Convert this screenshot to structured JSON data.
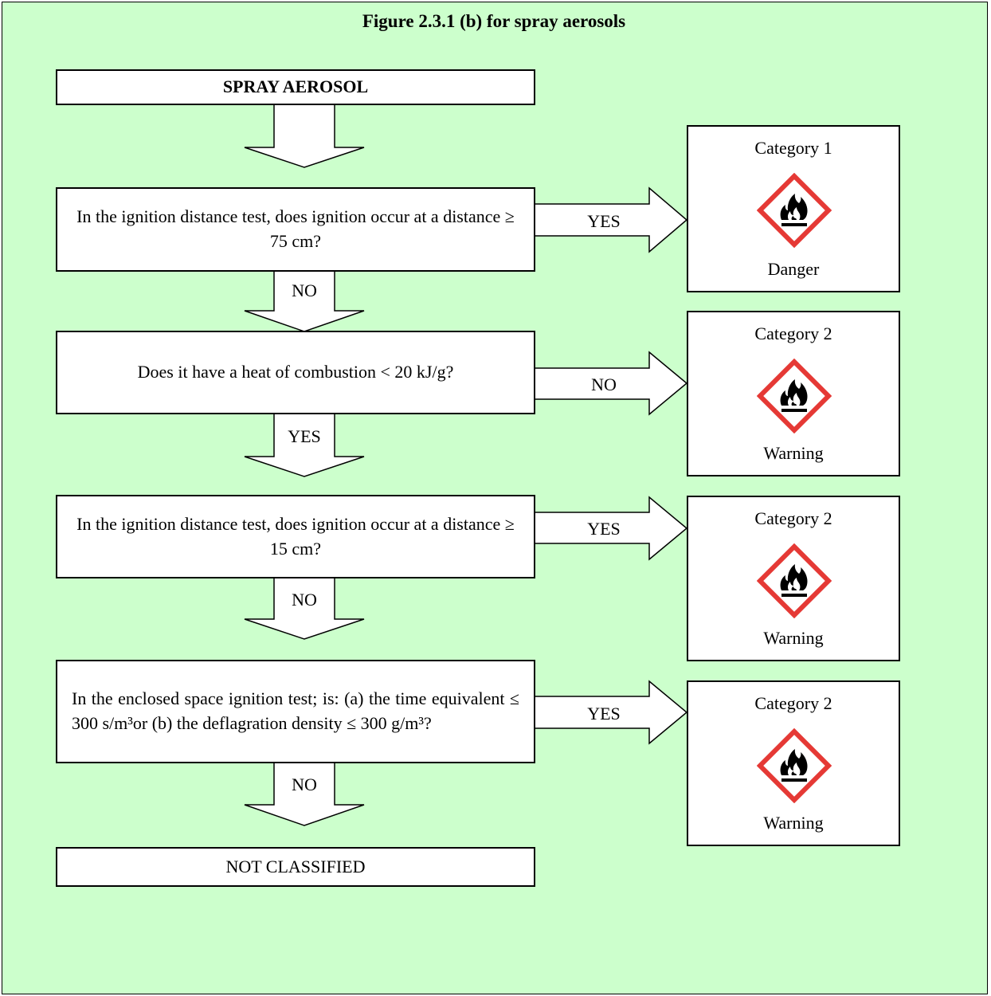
{
  "title": "Figure 2.3.1 (b) for spray aerosols",
  "start": "SPRAY AEROSOL",
  "questions": [
    "In the ignition distance test, does ignition occur at a distance ≥ 75 cm?",
    "Does it have a heat of combustion < 20 kJ/g?",
    "In the ignition distance test, does ignition occur at a distance ≥ 15 cm?",
    "In the enclosed space ignition test; is: (a) the time equivalent ≤ 300 s/m³or (b) the deflagration density ≤ 300 g/m³?"
  ],
  "down_labels": [
    "NO",
    "YES",
    "NO",
    "NO"
  ],
  "right_labels": [
    "YES",
    "NO",
    "YES",
    "YES"
  ],
  "outcomes": [
    {
      "category": "Category 1",
      "signal": "Danger"
    },
    {
      "category": "Category 2",
      "signal": "Warning"
    },
    {
      "category": "Category 2",
      "signal": "Warning"
    },
    {
      "category": "Category 2",
      "signal": "Warning"
    }
  ],
  "end": "NOT CLASSIFIED",
  "colors": {
    "background": "#ccffcc",
    "pictogram_border": "#e53935"
  },
  "icon": "flame-pictogram-icon"
}
